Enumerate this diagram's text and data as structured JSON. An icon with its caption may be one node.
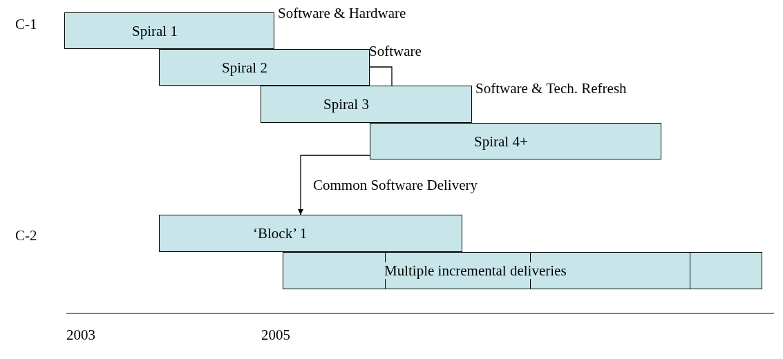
{
  "diagram": {
    "nodes": [
      {
        "text": [
          "Spiral 1"
        ],
        "beside": [
          "Software & Hardware"
        ]
      },
      {
        "text": [
          "Spiral 2"
        ],
        "beside": [
          "Software"
        ]
      },
      {
        "text": [
          "Spiral 3"
        ],
        "beside": [
          "Software & Tech. Refresh"
        ]
      },
      {
        "text": [
          "Spiral 4+"
        ]
      },
      {
        "text": [
          "‘Block’ 1"
        ]
      },
      {
        "text": [
          "Multiple incremental deliveries"
        ]
      }
    ],
    "edges": [
      {
        "from": 1,
        "to": 2,
        "arrow": "none"
      },
      {
        "from": 3,
        "to": 4,
        "arrow": "to",
        "label": "Common Software Delivery"
      }
    ],
    "labels": [
      "C-1",
      "C-2",
      "2003",
      "2005"
    ]
  }
}
